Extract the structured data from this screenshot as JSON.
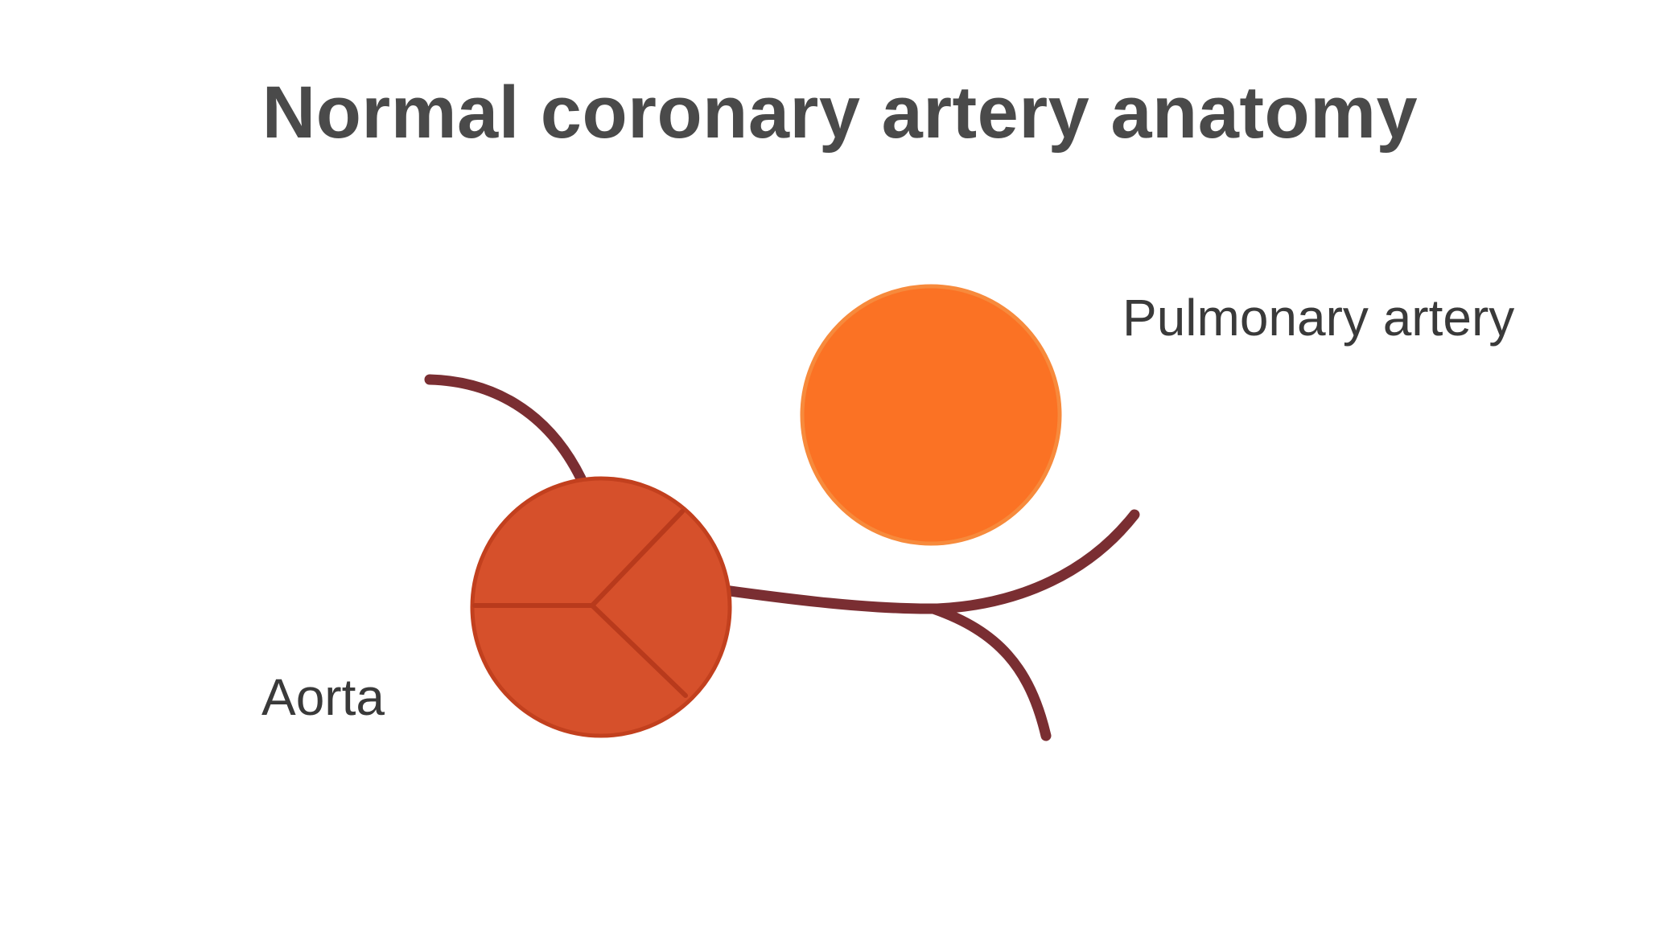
{
  "title": "Normal coronary artery anatomy",
  "labels": {
    "pulmonary_artery": "Pulmonary artery",
    "aorta": "Aorta"
  },
  "colors": {
    "aorta_fill": "#d6502b",
    "aorta_stroke": "#c2401e",
    "aorta_cusp_lines": "#b83a1c",
    "pulmonary_fill": "#fb7224",
    "pulmonary_stroke": "#f78a3c",
    "artery_vessel": "#7a2e32",
    "title_text": "#4a4a4a",
    "label_text": "#3a3a3a"
  }
}
